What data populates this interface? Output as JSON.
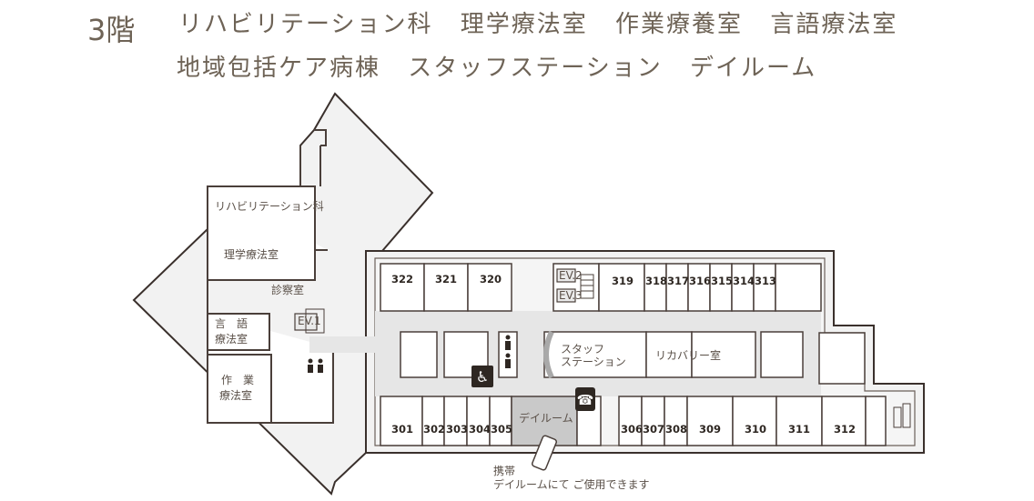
{
  "header": {
    "floor": "3階",
    "line1": [
      "リハビリテーション科",
      "理学療法室",
      "作業療養室",
      "言語療法室"
    ],
    "line2": [
      "地域包括ケア病棟",
      "スタッフステーション",
      "デイルーム"
    ]
  },
  "map": {
    "areas": {
      "rehab": "リハビリテーション科",
      "pt_room": "理学療法室",
      "exam_room": "診察室",
      "st_room_1": "言　語",
      "st_room_2": "療法室",
      "ot_room_1": "作　業",
      "ot_room_2": "療法室",
      "staff_station_1": "スタッフ",
      "staff_station_2": "ステーション",
      "recovery_room": "リカバリー室",
      "day_room": "デイルーム"
    },
    "elevators": [
      "EV.1",
      "EV.2",
      "EV.3"
    ],
    "rooms_north": [
      "322",
      "321",
      "320",
      "319",
      "318",
      "317",
      "316",
      "315",
      "314",
      "313"
    ],
    "rooms_south": [
      "301",
      "302",
      "303",
      "304",
      "305",
      "306",
      "307",
      "308",
      "309",
      "310",
      "311",
      "312"
    ],
    "mobile_note_1": "携帯",
    "mobile_note_2": "デイルームにて ご使用できます",
    "colors": {
      "wall": "#4a3f3a",
      "fill": "#efefef",
      "corridor": "#e4e4e4",
      "day_room": "#c9c9c9",
      "text": "#6e6356"
    }
  }
}
